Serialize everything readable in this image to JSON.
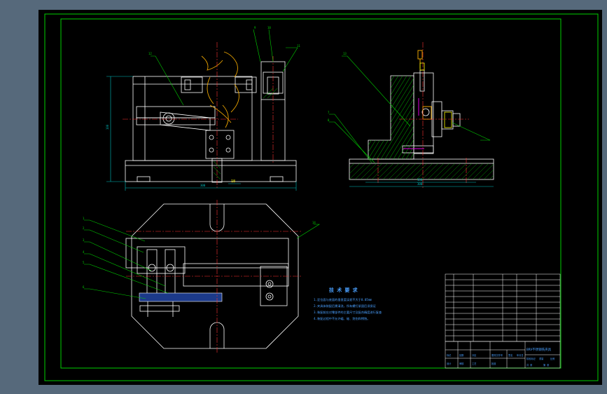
{
  "tech_requirements": {
    "title": "技 术 要 求",
    "items": [
      "1.定位面与底面的垂直度误差不大于0.05mm",
      "2.夹具体装配后需清洗，所有螺钉紧固后须保证",
      "3.装配前应对零部件的主要尺寸及配合精度进行复查",
      "4.装配过程中不允许磕、碰、划伤和锈蚀。"
    ]
  },
  "balloons": [
    "9",
    "10",
    "11",
    "12",
    "13",
    "1",
    "2",
    "3",
    "4",
    "5",
    "6",
    "7",
    "8",
    "14"
  ],
  "dimensions": {
    "front_height": "100",
    "front_width": "300",
    "front_small": "18",
    "side_width": "300",
    "side_small": "150"
  },
  "title_block": {
    "drawing_name": "BRV不锈钢铣夹具",
    "labels": [
      "标记",
      "处数",
      "分区",
      "更改文件号",
      "签名",
      "年月日",
      "设计",
      "审核",
      "工艺",
      "批准",
      "阶段标记",
      "重量",
      "比例",
      "共 张",
      "第 张"
    ]
  },
  "colors": {
    "border": "#00d000",
    "outline": "#ffffff",
    "centerline": "#ff3333",
    "dimension": "#00bfbf",
    "hatch": "#00c000",
    "text_blue": "#4aa0ff",
    "orange": "#e8a200",
    "magenta": "#e000e0",
    "yellow": "#ffff00"
  }
}
